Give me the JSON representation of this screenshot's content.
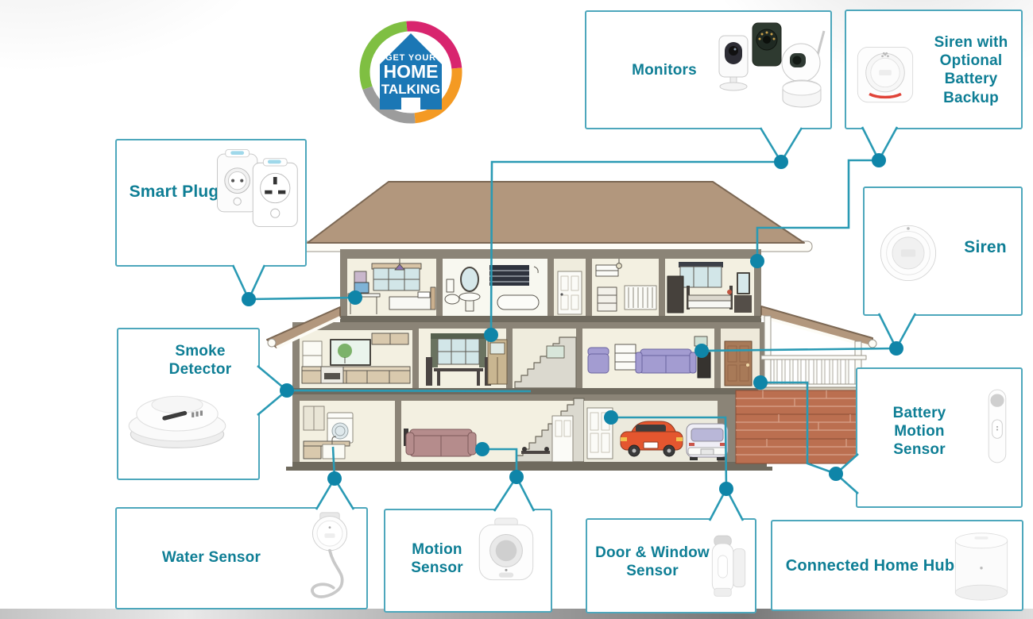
{
  "logo": {
    "line1": "GET YOUR",
    "line2": "HOME",
    "line3": "TALKING"
  },
  "callouts": {
    "smartplug": {
      "label": "Smart Plug",
      "image": "smart-plug"
    },
    "monitors": {
      "label": "Monitors",
      "image": "camera-monitors"
    },
    "sirenbackup": {
      "label": "Siren with Optional Battery Backup",
      "image": "siren-square"
    },
    "siren": {
      "label": "Siren",
      "image": "siren-round"
    },
    "batterymotion": {
      "label": "Battery Motion Sensor",
      "image": "battery-motion-sensor"
    },
    "smoke": {
      "label": "Smoke Detector",
      "image": "smoke-detector"
    },
    "water": {
      "label": "Water Sensor",
      "image": "water-sensor"
    },
    "motion": {
      "label": "Motion Sensor",
      "image": "motion-sensor"
    },
    "doorwindow": {
      "label": "Door & Window Sensor",
      "image": "door-window-sensor"
    },
    "hub": {
      "label": "Connected Home Hub",
      "image": "home-hub"
    }
  },
  "colors": {
    "label_text": "#0e7e95",
    "box_border": "#4da7bc",
    "connector_line": "#2a9ab4",
    "connector_dot": "#0f85a8",
    "roof": "#b2977d",
    "logo_house_blue": "#1b77b5",
    "logo_ring": [
      "#7fbf42",
      "#d8256e",
      "#f49a23",
      "#9c9c9c"
    ]
  },
  "diagram": {
    "type": "smart-home-device-map"
  }
}
